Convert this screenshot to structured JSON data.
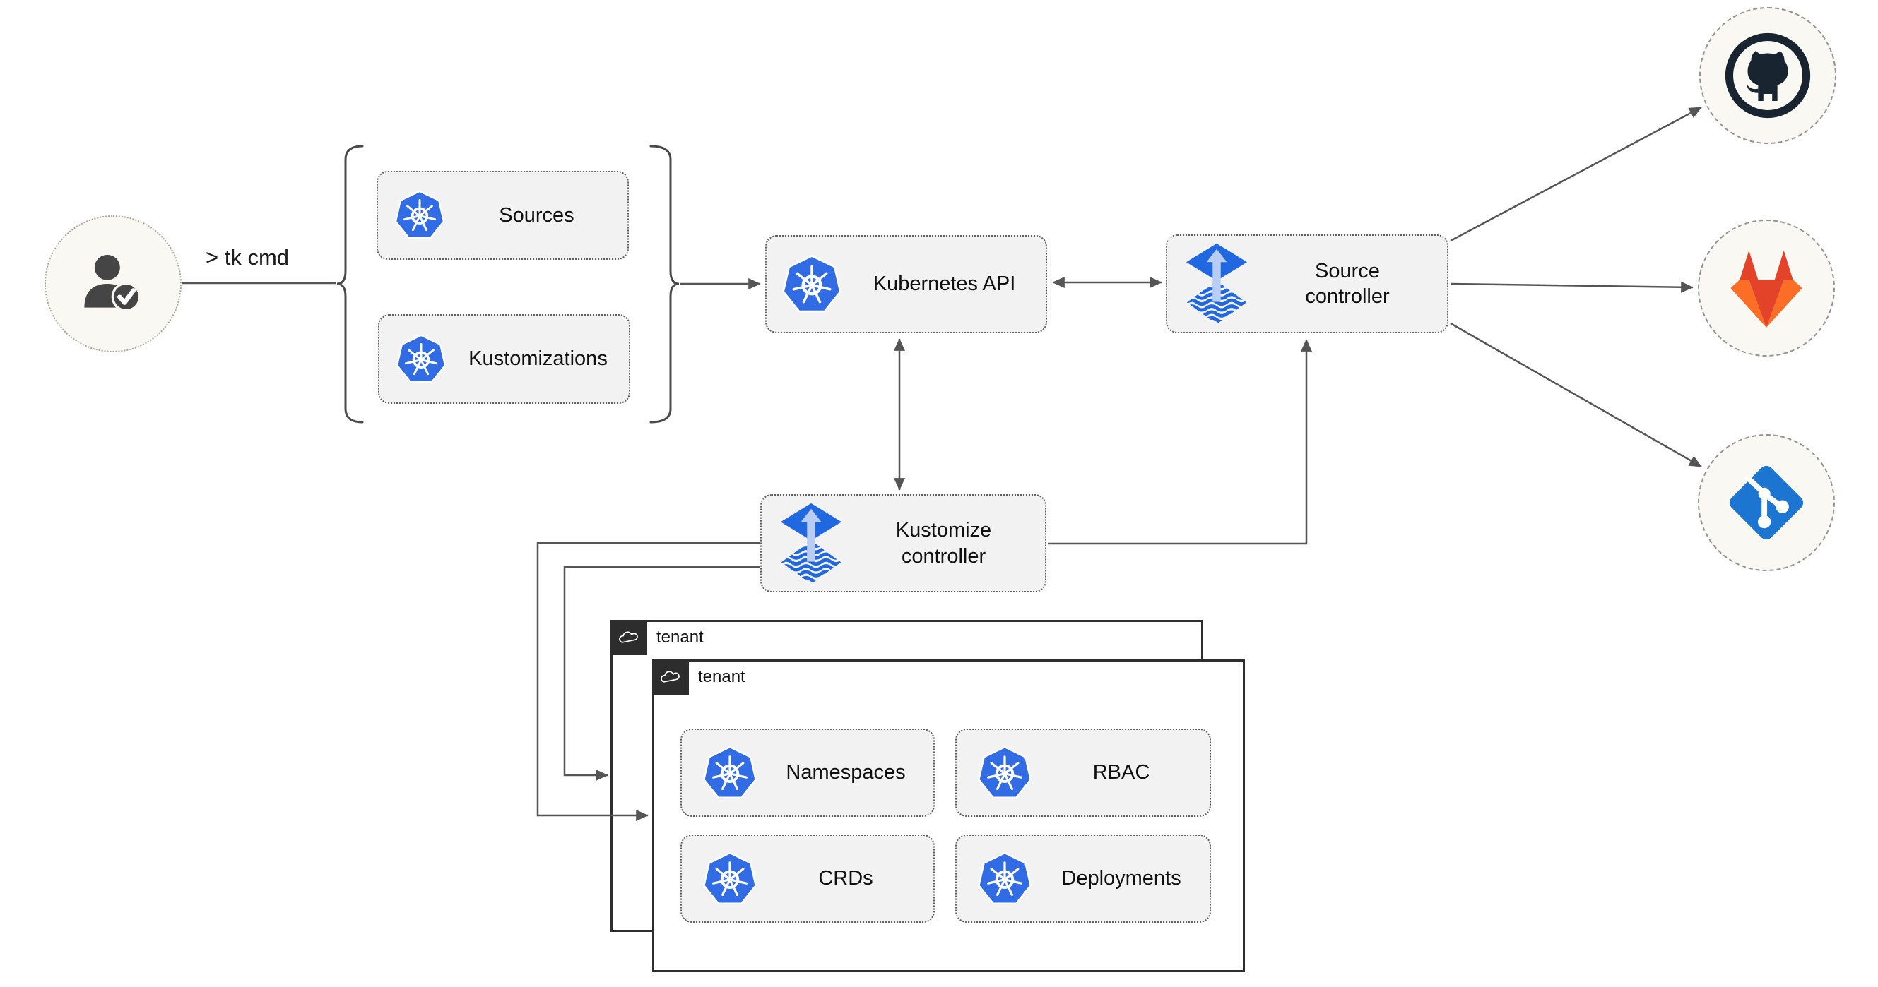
{
  "cli": {
    "command": "> tk cmd"
  },
  "nodes": {
    "sources": {
      "label": "Sources"
    },
    "kustomizations": {
      "label": "Kustomizations"
    },
    "kubernetes_api": {
      "label": "Kubernetes API"
    },
    "source_controller": {
      "label": "Source controller"
    },
    "kustomize_controller": {
      "label": "Kustomize controller"
    },
    "namespaces": {
      "label": "Namespaces"
    },
    "rbac": {
      "label": "RBAC"
    },
    "crds": {
      "label": "CRDs"
    },
    "deployments": {
      "label": "Deployments"
    }
  },
  "groups": {
    "tenant_outer": {
      "label": "tenant"
    },
    "tenant_inner": {
      "label": "tenant"
    }
  },
  "external_targets": [
    {
      "name": "github"
    },
    {
      "name": "gitlab"
    },
    {
      "name": "git"
    }
  ],
  "icons": {
    "user": "user-check-icon",
    "kubernetes": "kubernetes-icon",
    "flux": "flux-icon",
    "cloud": "cloud-icon",
    "github": "github-icon",
    "gitlab": "gitlab-icon",
    "git": "git-icon"
  },
  "colors": {
    "kubernetes_blue": "#326ce5",
    "flux_blue": "#2068e0",
    "flux_arrow": "#b9cdf4",
    "github_dark": "#182430",
    "gitlab_red": "#e24329",
    "gitlab_orange": "#fc6d26",
    "git_blue": "#1b75d1",
    "person_dark": "#454545",
    "tab_dark": "#2d2d2d",
    "box_fill": "#f2f2f2",
    "line": "#555555"
  }
}
